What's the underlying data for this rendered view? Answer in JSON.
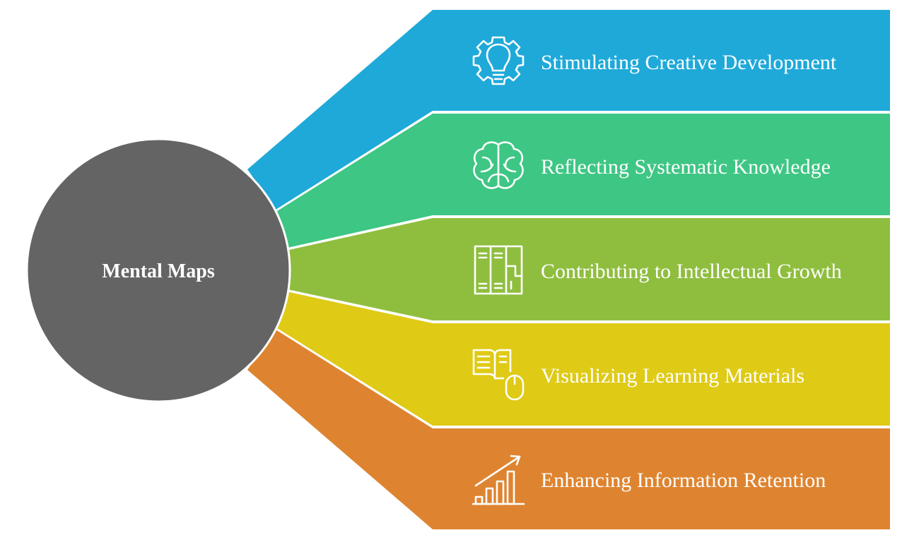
{
  "hub": {
    "label": "Mental Maps",
    "color": "#646464"
  },
  "branches": [
    {
      "label": "Stimulating Creative Development",
      "icon": "lightbulb-gear-icon",
      "color": "#1fa9d9"
    },
    {
      "label": "Reflecting Systematic Knowledge",
      "icon": "brain-icon",
      "color": "#3ec684"
    },
    {
      "label": "Contributing to Intellectual Growth",
      "icon": "bookshelf-icon",
      "color": "#8fbe3f"
    },
    {
      "label": "Visualizing Learning Materials",
      "icon": "book-mouse-icon",
      "color": "#dfca16"
    },
    {
      "label": "Enhancing Information Retention",
      "icon": "growth-chart-icon",
      "color": "#de8430"
    }
  ]
}
